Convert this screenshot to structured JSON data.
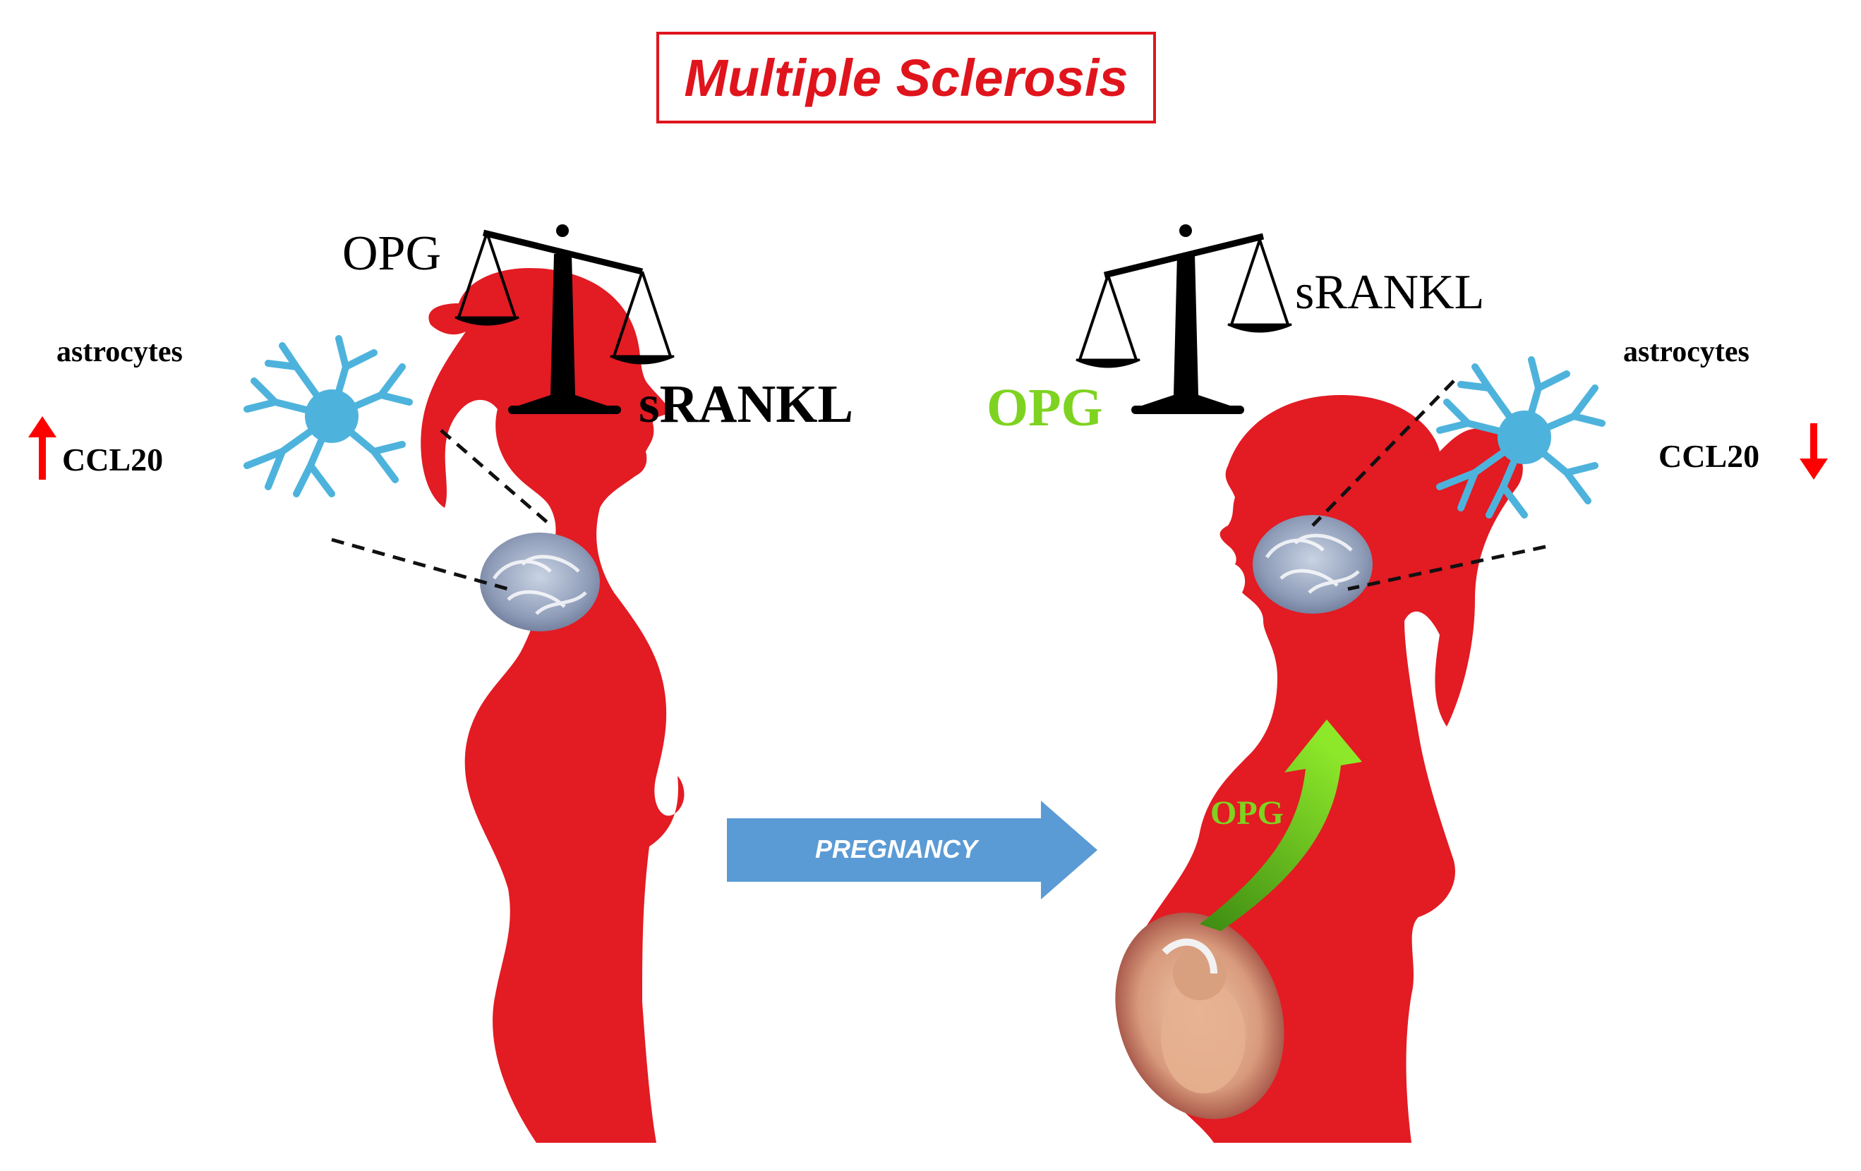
{
  "title": "Multiple Sclerosis",
  "left_panel": {
    "balance_heavy": "sRANKL",
    "balance_light": "OPG",
    "cell_label": "astrocytes",
    "chemokine": "CCL20",
    "chemokine_trend": "up"
  },
  "right_panel": {
    "balance_heavy": "OPG",
    "balance_light": "sRANKL",
    "cell_label": "astrocytes",
    "chemokine": "CCL20",
    "chemokine_trend": "down"
  },
  "transition_arrow": "PREGNANCY",
  "placenta_signal": "OPG",
  "colors": {
    "silhouette": "#e31b23",
    "title": "#e0141c",
    "astrocyte": "#4eb3dc",
    "pregnancy_arrow": "#5b9bd5",
    "opg_highlight": "#7ed321",
    "trend_arrow": "#ff0000"
  }
}
